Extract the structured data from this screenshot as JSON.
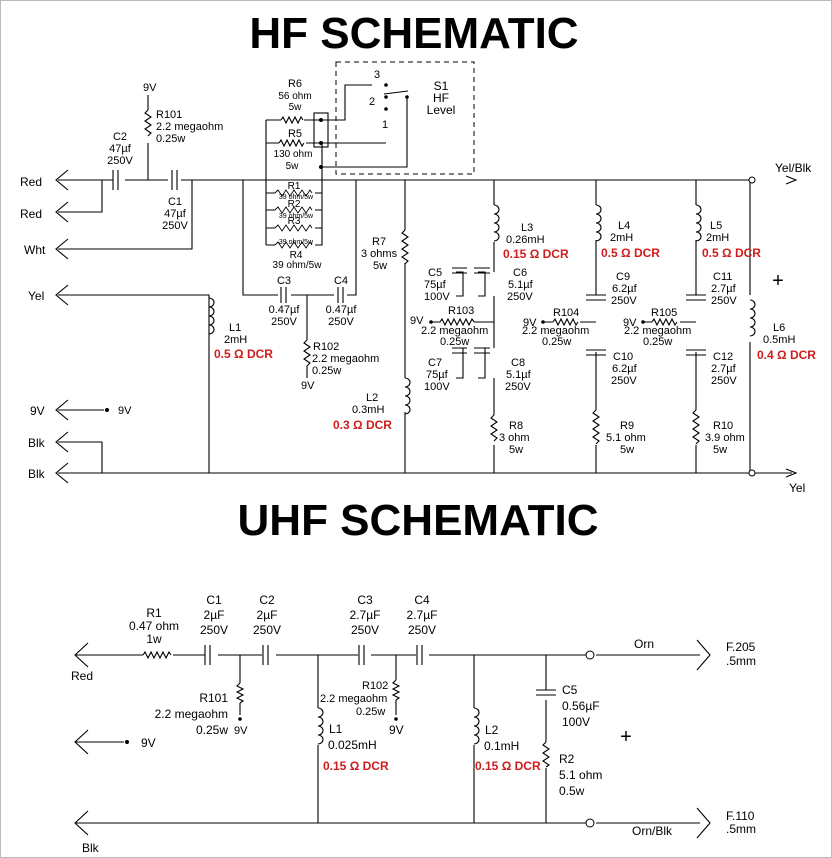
{
  "hf": {
    "title": "HF SCHEMATIC",
    "terminals": {
      "red1": "Red",
      "red2": "Red",
      "wht": "Wht",
      "yel_left": "Yel",
      "v9_left": "9V",
      "v9_dot": "9V",
      "blk1": "Blk",
      "blk2": "Blk",
      "yel_blk": "Yel/Blk",
      "yel_right": "Yel"
    },
    "s1": {
      "ref": "S1",
      "name": "HF",
      "name2": "Level",
      "pos1": "1",
      "pos2": "2",
      "pos3": "3"
    },
    "r6": {
      "ref": "R6",
      "value": "56 ohm",
      "power": "5w"
    },
    "r5": {
      "ref": "R5",
      "value": "130 ohm",
      "power": "5w"
    },
    "r1": {
      "ref": "R1",
      "value": "39 ohm/5w"
    },
    "r2": {
      "ref": "R2",
      "value": "39 ohm/5w"
    },
    "r3": {
      "ref": "R3",
      "value": "39 ohm/5w"
    },
    "r4": {
      "ref": "R4",
      "value": "39 ohm/5w"
    },
    "v9_top": "9V",
    "r101": {
      "ref": "R101",
      "value": "2.2 megaohm",
      "power": "0.25w"
    },
    "c2": {
      "ref": "C2",
      "value": "47µf",
      "voltage": "250V"
    },
    "c1": {
      "ref": "C1",
      "value": "47µf",
      "voltage": "250V"
    },
    "c3": {
      "ref": "C3",
      "value": "0.47µf",
      "voltage": "250V"
    },
    "c4": {
      "ref": "C4",
      "value": "0.47µf",
      "voltage": "250V"
    },
    "r102": {
      "ref": "R102",
      "value": "2.2 megaohm",
      "power": "0.25w",
      "bias": "9V"
    },
    "l1": {
      "ref": "L1",
      "value": "2mH",
      "dcr": "0.5 Ω DCR"
    },
    "r7": {
      "ref": "R7",
      "value": "3 ohms",
      "power": "5w"
    },
    "l2": {
      "ref": "L2",
      "value": "0.3mH",
      "dcr": "0.3 Ω DCR"
    },
    "l3": {
      "ref": "L3",
      "value": "0.26mH",
      "dcr": "0.15 Ω DCR"
    },
    "c5": {
      "ref": "C5",
      "value": "75µf",
      "voltage": "100V"
    },
    "c6": {
      "ref": "C6",
      "value": "5.1µf",
      "voltage": "250V"
    },
    "r103": {
      "ref": "R103",
      "value": "2.2 megaohm",
      "power": "0.25w",
      "bias": "9V"
    },
    "c7": {
      "ref": "C7",
      "value": "75µf",
      "voltage": "100V"
    },
    "c8": {
      "ref": "C8",
      "value": "5.1µf",
      "voltage": "250V"
    },
    "r8": {
      "ref": "R8",
      "value": "3 ohm",
      "power": "5w"
    },
    "l4": {
      "ref": "L4",
      "value": "2mH",
      "dcr": "0.5 Ω DCR"
    },
    "c9": {
      "ref": "C9",
      "value": "6.2µf",
      "voltage": "250V"
    },
    "r104": {
      "ref": "R104",
      "value": "2.2 megaohm",
      "power": "0.25w",
      "bias": "9V"
    },
    "c10": {
      "ref": "C10",
      "value": "6.2µf",
      "voltage": "250V"
    },
    "r9": {
      "ref": "R9",
      "value": "5.1 ohm",
      "power": "5w"
    },
    "l5": {
      "ref": "L5",
      "value": "2mH",
      "dcr": "0.5 Ω DCR"
    },
    "c11": {
      "ref": "C11",
      "value": "2.7µf",
      "voltage": "250V"
    },
    "r105": {
      "ref": "R105",
      "value": "2.2 megaohm",
      "power": "0.25w",
      "bias": "9V"
    },
    "c12": {
      "ref": "C12",
      "value": "2.7µf",
      "voltage": "250V"
    },
    "r10": {
      "ref": "R10",
      "value": "3.9 ohm",
      "power": "5w"
    },
    "l6": {
      "ref": "L6",
      "value": "0.5mH",
      "dcr": "0.4 Ω DCR"
    },
    "plus": "+"
  },
  "uhf": {
    "title": "UHF SCHEMATIC",
    "terminals": {
      "red": "Red",
      "v9": "9V",
      "blk": "Blk",
      "orn": "Orn",
      "orn_blk": "Orn/Blk"
    },
    "r1": {
      "ref": "R1",
      "value": "0.47 ohm",
      "power": "1w"
    },
    "c1": {
      "ref": "C1",
      "value": "2µF",
      "voltage": "250V"
    },
    "c2": {
      "ref": "C2",
      "value": "2µF",
      "voltage": "250V"
    },
    "c3": {
      "ref": "C3",
      "value": "2.7µF",
      "voltage": "250V"
    },
    "c4": {
      "ref": "C4",
      "value": "2.7µF",
      "voltage": "250V"
    },
    "r101": {
      "ref": "R101",
      "value": "2.2 megaohm",
      "power": "0.25w",
      "bias": "9V"
    },
    "r102": {
      "ref": "R102",
      "value": "2.2 megaohm",
      "power": "0.25w",
      "bias": "9V"
    },
    "l1": {
      "ref": "L1",
      "value": "0.025mH",
      "dcr": "0.15 Ω DCR"
    },
    "l2": {
      "ref": "L2",
      "value": "0.1mH",
      "dcr": "0.15 Ω DCR"
    },
    "c5": {
      "ref": "C5",
      "value": "0.56µF",
      "voltage": "100V"
    },
    "r2": {
      "ref": "R2",
      "value": "5.1 ohm",
      "power": "0.5w"
    },
    "f205": {
      "ref": "F.205",
      "size": ".5mm"
    },
    "f110": {
      "ref": "F.110",
      "size": ".5mm"
    },
    "plus": "+"
  }
}
